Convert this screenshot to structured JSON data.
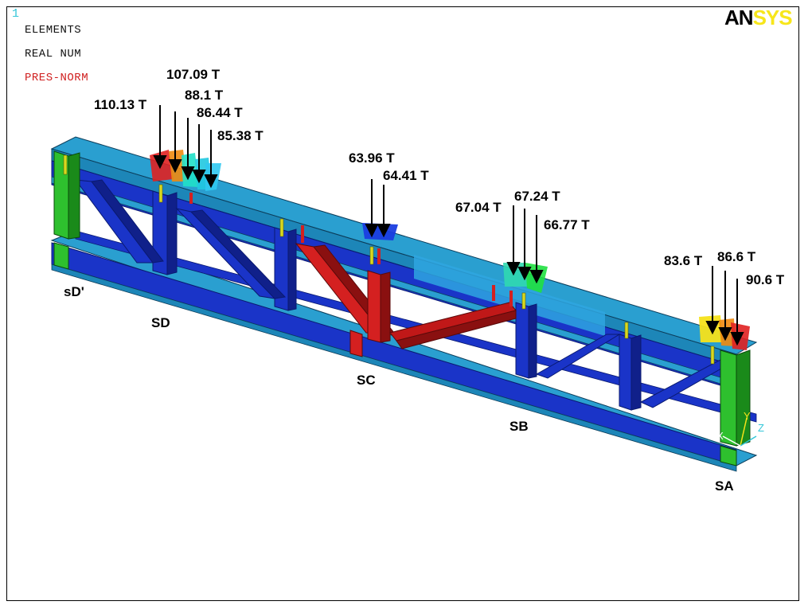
{
  "window_number": "1",
  "legend": {
    "line1": "ELEMENTS",
    "line2": "REAL NUM",
    "line3": "PRES-NORM"
  },
  "logo": {
    "part1": "AN",
    "part2": "SYS"
  },
  "supports": {
    "sD_prime": "sD'",
    "SD": "SD",
    "SC": "SC",
    "SB": "SB",
    "SA": "SA"
  },
  "loads": [
    {
      "label": "110.13 T",
      "color": "#e02020"
    },
    {
      "label": "107.09 T",
      "color": "#f08a10"
    },
    {
      "label": "88.1 T",
      "color": "#f5e21a"
    },
    {
      "label": "86.44 T",
      "color": "#20e0c8"
    },
    {
      "label": "85.38 T",
      "color": "#30c8f0"
    },
    {
      "label": "63.96 T",
      "color": "#1a3de0"
    },
    {
      "label": "64.41 T",
      "color": "#1a3de0"
    },
    {
      "label": "67.04 T",
      "color": "#30d8b0"
    },
    {
      "label": "67.24 T",
      "color": "#30e0a0"
    },
    {
      "label": "66.77 T",
      "color": "#20e040"
    },
    {
      "label": "83.6 T",
      "color": "#f5e21a"
    },
    {
      "label": "86.6 T",
      "color": "#f08a10"
    },
    {
      "label": "90.6 T",
      "color": "#e02020"
    }
  ],
  "triad": {
    "y": "Y",
    "z": "Z",
    "x": "X"
  },
  "colors": {
    "flange": "#1f8fc0",
    "flange_light": "#2fa8d8",
    "web": "#1a30c8",
    "web_dark": "#10208a",
    "red_member": "#c01818",
    "green_member": "#2ec02e",
    "yellow_stiffener": "#d8d820"
  }
}
